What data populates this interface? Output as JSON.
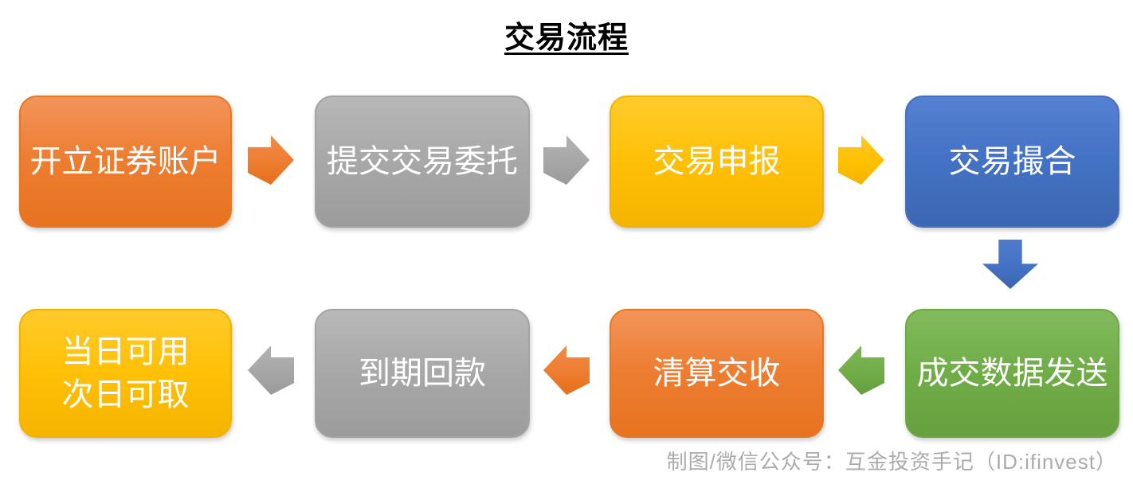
{
  "title": "交易流程",
  "colors": {
    "orange": "#ED7D31",
    "gray": "#A6A6A6",
    "gold": "#FFC000",
    "blue": "#4472C4",
    "green": "#70AD47",
    "background": "#FFFFFF",
    "title_text": "#000000",
    "box_text": "#FFFFFF",
    "watermark_text": "#ABABAB"
  },
  "flow": {
    "row1": [
      {
        "id": "open-account",
        "label": "开立证券账户",
        "color": "#ED7D31"
      },
      {
        "id": "submit-order",
        "label": "提交交易委托",
        "color": "#A6A6A6"
      },
      {
        "id": "trade-declaration",
        "label": "交易申报",
        "color": "#FFC000"
      },
      {
        "id": "trade-matching",
        "label": "交易撮合",
        "color": "#4472C4"
      }
    ],
    "row2": [
      {
        "id": "trade-data-sending",
        "label": "成交数据发送",
        "color": "#70AD47"
      },
      {
        "id": "clearing-settlement",
        "label": "清算交收",
        "color": "#ED7D31"
      },
      {
        "id": "maturity-repayment",
        "label": "到期回款",
        "color": "#A6A6A6"
      },
      {
        "id": "funds-availability",
        "label": "当日可用\n次日可取",
        "color": "#FFC000"
      }
    ],
    "arrows": [
      {
        "from": "开立证券账户",
        "to": "提交交易委托",
        "direction": "right",
        "color": "#ED7D31"
      },
      {
        "from": "提交交易委托",
        "to": "交易申报",
        "direction": "right",
        "color": "#A6A6A6"
      },
      {
        "from": "交易申报",
        "to": "交易撮合",
        "direction": "right",
        "color": "#FFC000"
      },
      {
        "from": "交易撮合",
        "to": "成交数据发送",
        "direction": "down",
        "color": "#4472C4"
      },
      {
        "from": "成交数据发送",
        "to": "清算交收",
        "direction": "left",
        "color": "#70AD47"
      },
      {
        "from": "清算交收",
        "to": "到期回款",
        "direction": "left",
        "color": "#ED7D31"
      },
      {
        "from": "到期回款",
        "to": "当日可用次日可取",
        "direction": "left",
        "color": "#A6A6A6"
      }
    ]
  },
  "watermark": "制图/微信公众号：互金投资手记（ID:ifinvest）"
}
